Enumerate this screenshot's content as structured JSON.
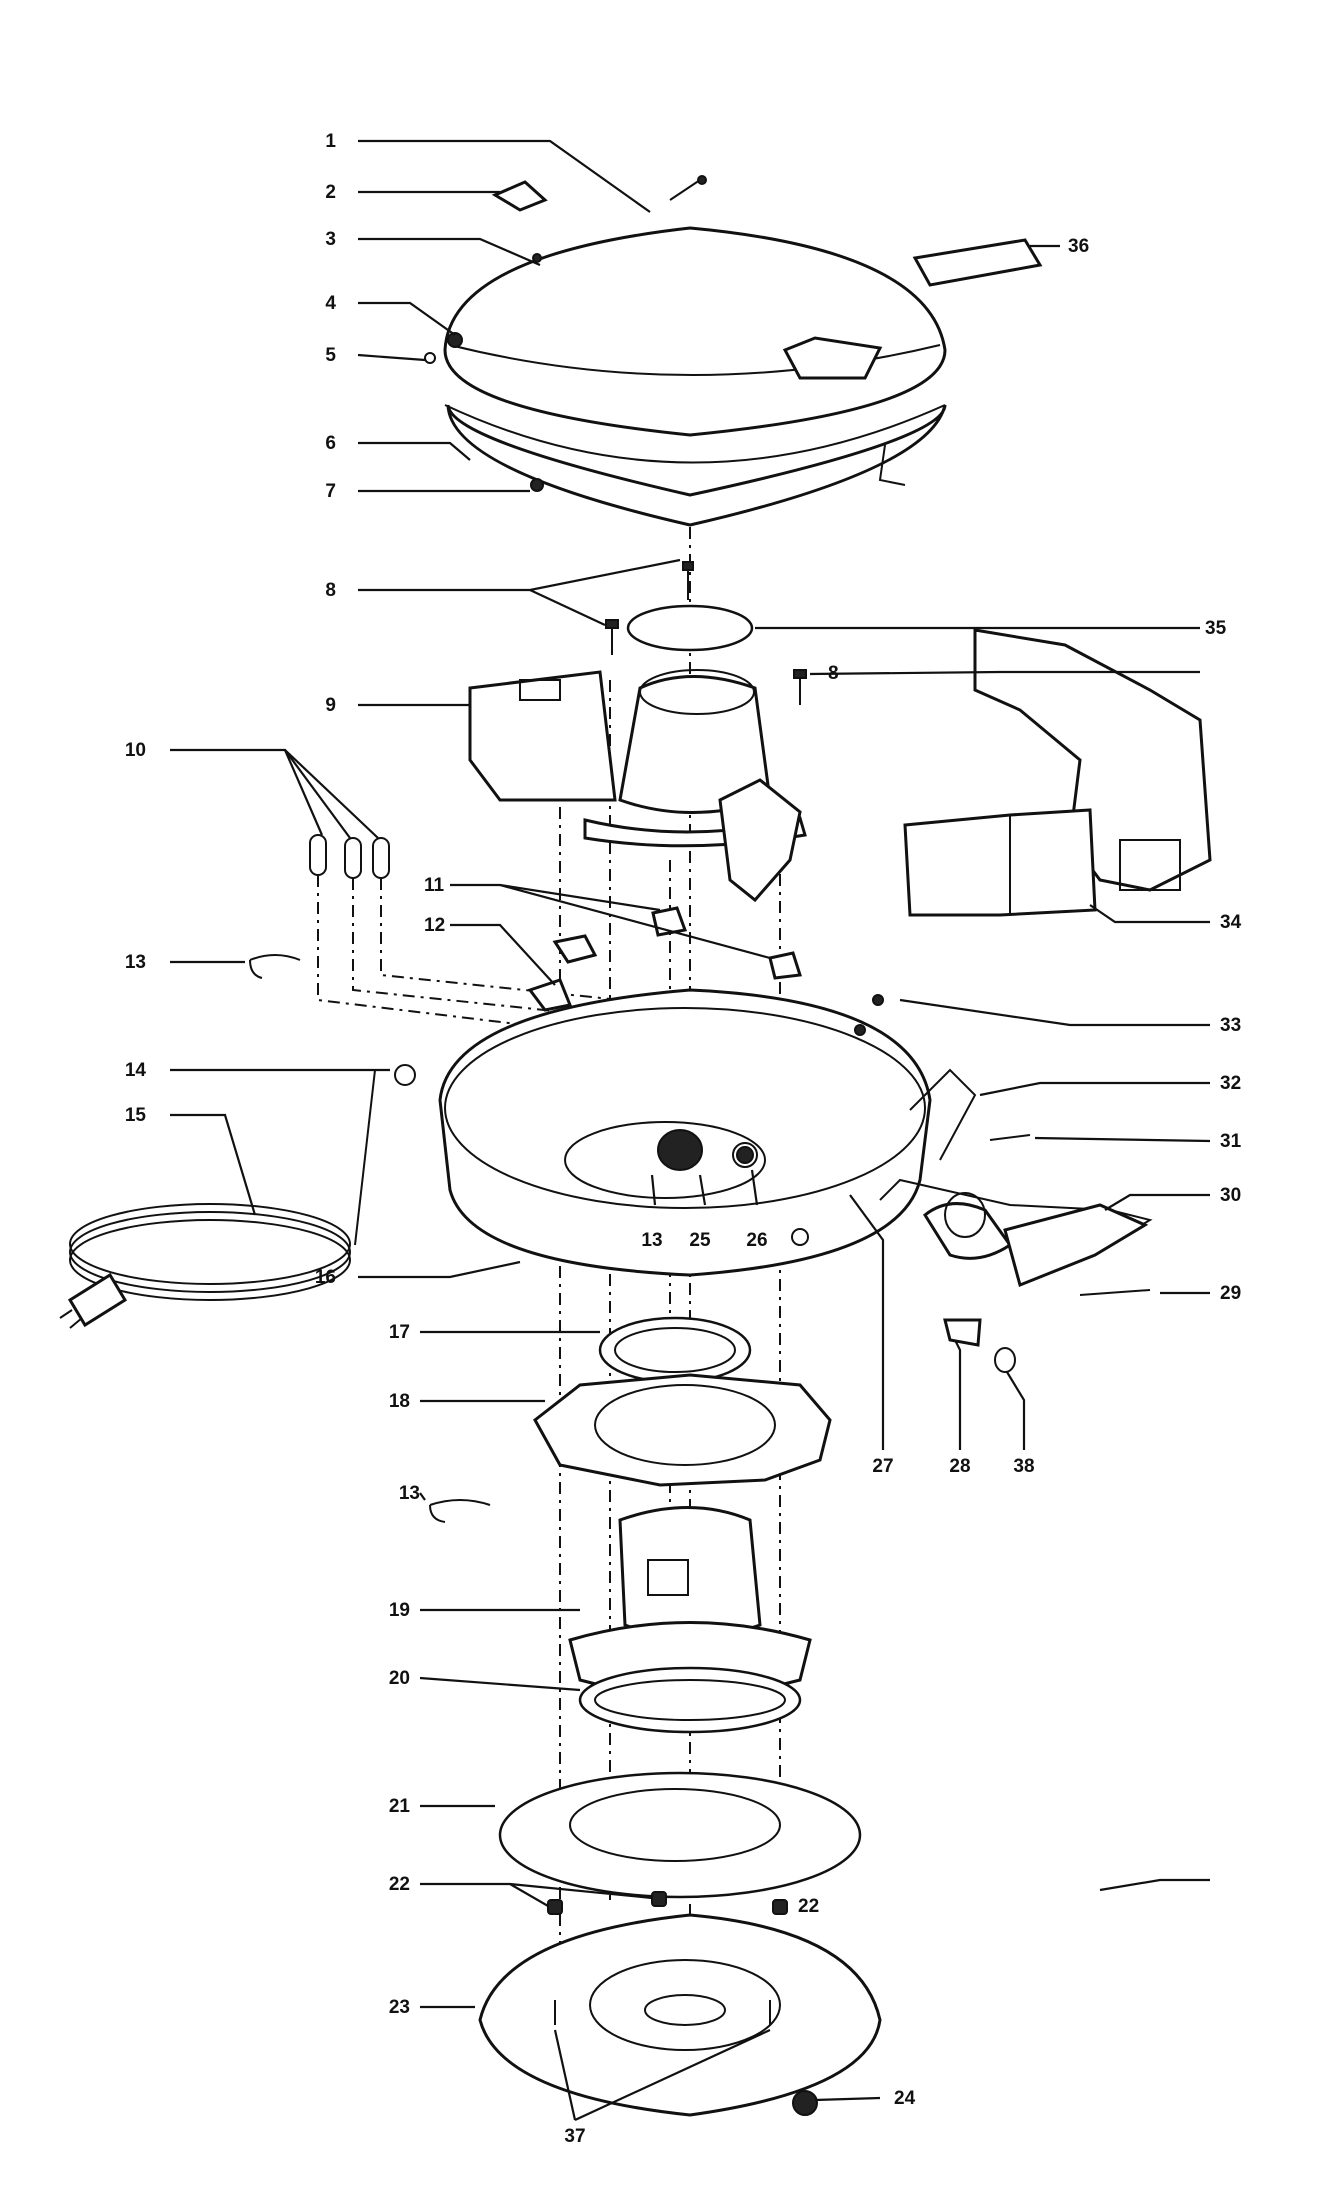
{
  "parts": [
    {
      "number": "1"
    },
    {
      "number": "2"
    },
    {
      "number": "3"
    },
    {
      "number": "4"
    },
    {
      "number": "5"
    },
    {
      "number": "6"
    },
    {
      "number": "7"
    },
    {
      "number": "8"
    },
    {
      "number": "8"
    },
    {
      "number": "9"
    },
    {
      "number": "10"
    },
    {
      "number": "11"
    },
    {
      "number": "12"
    },
    {
      "number": "13"
    },
    {
      "number": "13"
    },
    {
      "number": "13"
    },
    {
      "number": "14"
    },
    {
      "number": "15"
    },
    {
      "number": "16"
    },
    {
      "number": "17"
    },
    {
      "number": "18"
    },
    {
      "number": "19"
    },
    {
      "number": "20"
    },
    {
      "number": "21"
    },
    {
      "number": "22"
    },
    {
      "number": "22"
    },
    {
      "number": "23"
    },
    {
      "number": "24"
    },
    {
      "number": "25"
    },
    {
      "number": "26"
    },
    {
      "number": "27"
    },
    {
      "number": "28"
    },
    {
      "number": "29"
    },
    {
      "number": "30"
    },
    {
      "number": "31"
    },
    {
      "number": "32"
    },
    {
      "number": "33"
    },
    {
      "number": "34"
    },
    {
      "number": "35"
    },
    {
      "number": "36"
    },
    {
      "number": "37"
    },
    {
      "number": "38"
    }
  ]
}
